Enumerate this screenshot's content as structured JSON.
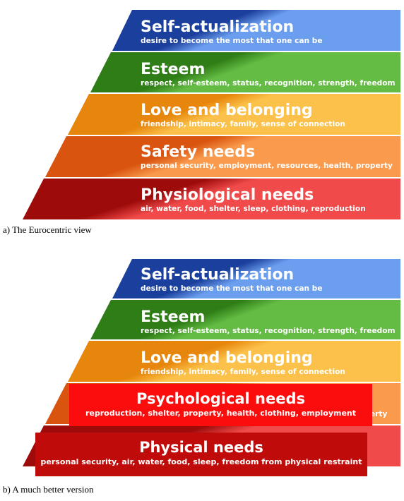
{
  "pyramid_a": {
    "levels": [
      {
        "title": "Self-actualization",
        "subtitle": "desire to become the most that one can be",
        "colors": [
          "#1b3f9c",
          "#6b9eee"
        ]
      },
      {
        "title": "Esteem",
        "subtitle": "respect, self-esteem, status, recognition, strength, freedom",
        "colors": [
          "#2e7d16",
          "#64bc44"
        ]
      },
      {
        "title": "Love and belonging",
        "subtitle": "friendship, intimacy, family, sense of connection",
        "colors": [
          "#e7860c",
          "#fbc14a"
        ]
      },
      {
        "title": "Safety needs",
        "subtitle": "personal security, employment, resources, health, property",
        "colors": [
          "#d9540f",
          "#f99a4c"
        ]
      },
      {
        "title": "Physiological needs",
        "subtitle": "air, water, food, shelter, sleep, clothing, reproduction",
        "colors": [
          "#9e0b0b",
          "#f04a4a"
        ]
      }
    ],
    "caption": "a) The Eurocentric view"
  },
  "pyramid_b": {
    "levels": [
      {
        "title": "Self-actualization",
        "subtitle": "desire to become the most that one can be",
        "colors": [
          "#1b3f9c",
          "#6b9eee"
        ]
      },
      {
        "title": "Esteem",
        "subtitle": "respect, self-esteem, status, recognition, strength, freedom",
        "colors": [
          "#2e7d16",
          "#64bc44"
        ]
      },
      {
        "title": "Love and belonging",
        "subtitle": "friendship, intimacy, family, sense of connection",
        "colors": [
          "#e7860c",
          "#fbc14a"
        ]
      },
      {
        "title": "",
        "subtitle": "",
        "colors": [
          "#d9540f",
          "#f99a4c"
        ]
      },
      {
        "title": "",
        "subtitle": "",
        "colors": [
          "#9e0b0b",
          "#f04a4a"
        ]
      }
    ],
    "peek_text": "erty",
    "overlays": [
      {
        "title": "Psychological needs",
        "subtitle": "reproduction, shelter, property, health, clothing, employment",
        "color": "#fb0d0d"
      },
      {
        "title": "Physical needs",
        "subtitle": "personal security, air,  water, food, sleep, freedom from physical restraint",
        "color": "#c00b0b"
      }
    ],
    "caption": "b) A much better version"
  }
}
